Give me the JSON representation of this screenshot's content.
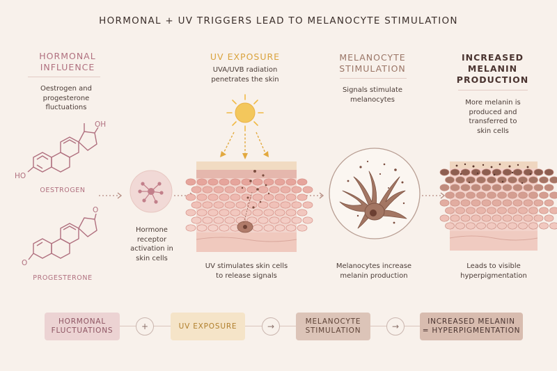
{
  "title": "HORMONAL + UV TRIGGERS LEAD TO MELANOCYTE STIMULATION",
  "columns": {
    "hormonal": {
      "heading": [
        "HORMONAL",
        "INFLUENCE"
      ],
      "description": [
        "Oestrogen and",
        "progesterone",
        "fluctuations"
      ]
    },
    "uv": {
      "heading": [
        "UV EXPOSURE"
      ],
      "description": [
        "UVA/UVB radiation",
        "penetrates the skin"
      ]
    },
    "melanocyte": {
      "heading": [
        "MELANOCYTE",
        "STIMULATION"
      ],
      "description": [
        "Signals stimulate",
        "melanocytes"
      ]
    },
    "melanin": {
      "heading": [
        "INCREASED",
        "MELANIN",
        "PRODUCTION"
      ],
      "description": [
        "More melanin is",
        "produced and",
        "transferred to",
        "skin cells"
      ]
    }
  },
  "molecules": {
    "oestrogen": {
      "label": "OESTROGEN",
      "oh_top": "OH",
      "ho_left": "HO"
    },
    "progesterone": {
      "label": "PROGESTERONE",
      "o_top": "O",
      "o_left": "O"
    }
  },
  "captions": {
    "receptor": [
      "Hormone",
      "receptor",
      "activation in",
      "skin cells"
    ],
    "uv_skin": [
      "UV stimulates skin cells",
      "to release signals"
    ],
    "melanocyte": [
      "Melanocytes increase",
      "melanin production"
    ],
    "pigment": [
      "Leads to visible",
      "hyperpigmentation"
    ]
  },
  "summary": {
    "box1": [
      "HORMONAL",
      "FLUCTUATIONS"
    ],
    "op1": "+",
    "box2": [
      "UV EXPOSURE"
    ],
    "op2": "→",
    "box3": [
      "MELANOCYTE",
      "STIMULATION"
    ],
    "op3": "→",
    "box4": [
      "INCREASED MELANIN",
      "= HYPERPIGMENTATION"
    ]
  },
  "colors": {
    "hormonal": "#b0707f",
    "uv": "#d9a33d",
    "melanocyte": "#9a7566",
    "melanin": "#4a3430",
    "sun": "#f3c75c",
    "box1_bg": "#ecd3d3",
    "box2_bg": "#f5e4c8",
    "box3_bg": "#dcc4b8",
    "box4_bg": "#d8bcaf"
  }
}
